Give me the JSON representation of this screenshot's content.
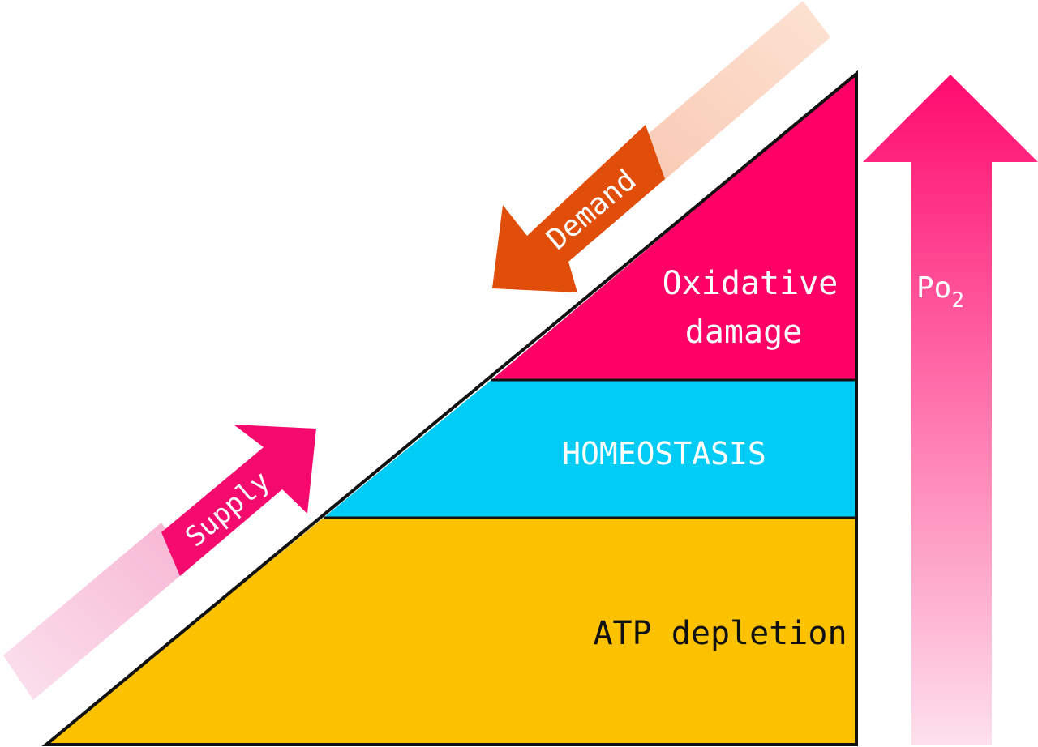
{
  "diagram": {
    "zones": {
      "top": {
        "line1": "Oxidative",
        "line2": "damage"
      },
      "middle": {
        "label": "HOMEOSTASIS"
      },
      "bottom": {
        "label": "ATP depletion"
      }
    },
    "arrows": {
      "supply": {
        "label": "Supply",
        "direction": "up-right"
      },
      "demand": {
        "label": "Demand",
        "direction": "down-left"
      },
      "po2": {
        "label_main": "Po",
        "label_sub": "2",
        "direction": "up"
      }
    },
    "colors": {
      "oxidative_damage": "#ff0066",
      "homeostasis": "#00ccf5",
      "atp_depletion": "#fcc200",
      "supply_arrow": "#f50a6e",
      "demand_arrow": "#e04e0a",
      "po2_arrow": "#ff0a6e",
      "outline": "#111111"
    }
  }
}
